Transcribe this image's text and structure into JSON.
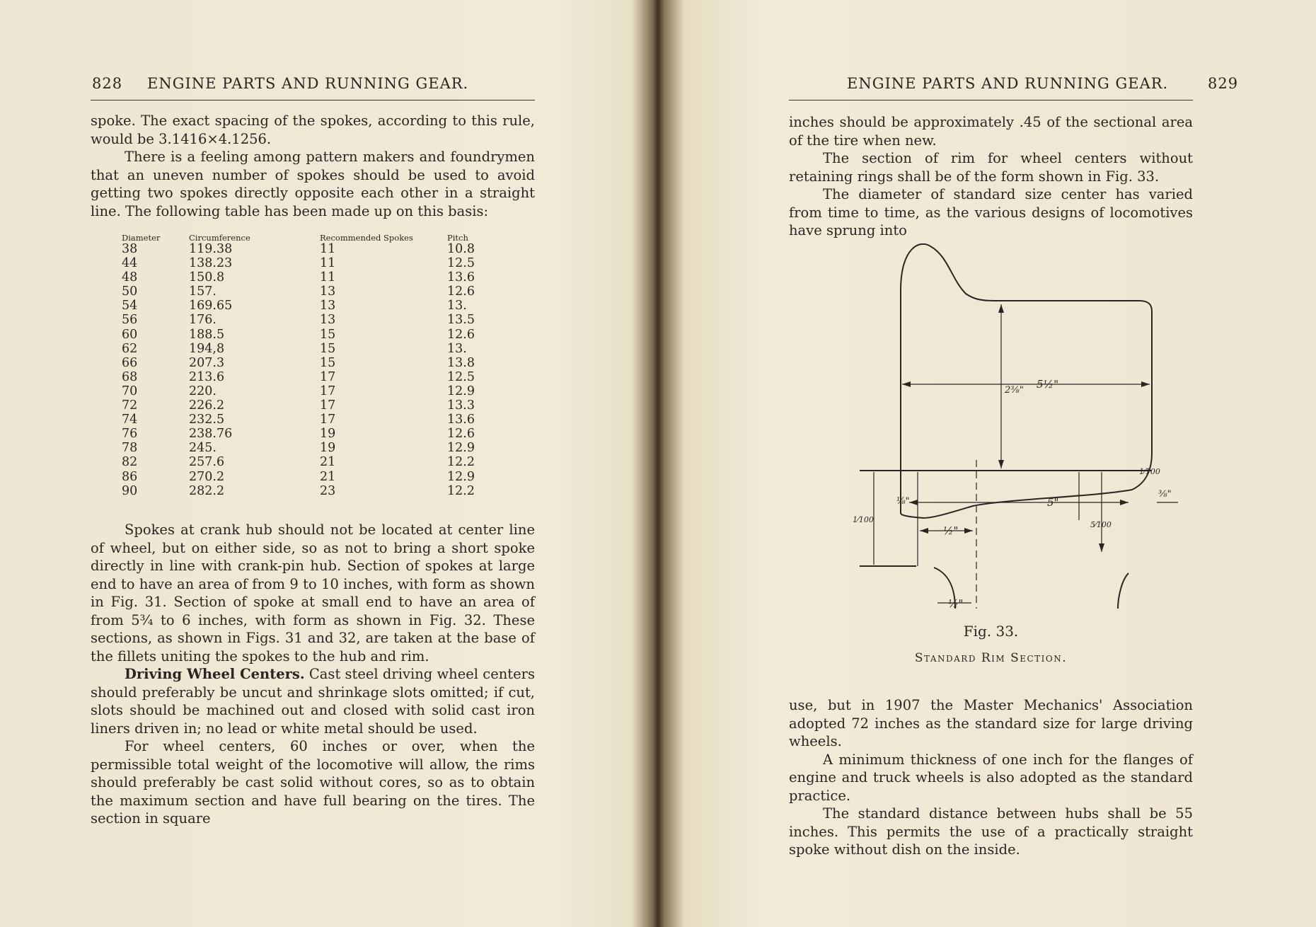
{
  "left_page": {
    "page_number": "828",
    "running_head": "ENGINE PARTS AND RUNNING GEAR.",
    "para1": "spoke. The exact spacing of the spokes, according to this rule, would be 3.1416×4.1256.",
    "para2": "There is a feeling among pattern makers and foundrymen that an uneven number of spokes should be used to avoid getting two spokes directly opposite each other in a straight line. The following table has been made up on this basis:",
    "table": {
      "headers": [
        "Diameter",
        "Circumference",
        "Recommended Spokes",
        "Pitch"
      ],
      "rows": [
        [
          "38",
          "119.38",
          "11",
          "10.8"
        ],
        [
          "44",
          "138.23",
          "11",
          "12.5"
        ],
        [
          "48",
          "150.8",
          "11",
          "13.6"
        ],
        [
          "50",
          "157.",
          "13",
          "12.6"
        ],
        [
          "54",
          "169.65",
          "13",
          "13."
        ],
        [
          "56",
          "176.",
          "13",
          "13.5"
        ],
        [
          "60",
          "188.5",
          "15",
          "12.6"
        ],
        [
          "62",
          "194,8",
          "15",
          "13."
        ],
        [
          "66",
          "207.3",
          "15",
          "13.8"
        ],
        [
          "68",
          "213.6",
          "17",
          "12.5"
        ],
        [
          "70",
          "220.",
          "17",
          "12.9"
        ],
        [
          "72",
          "226.2",
          "17",
          "13.3"
        ],
        [
          "74",
          "232.5",
          "17",
          "13.6"
        ],
        [
          "76",
          "238.76",
          "19",
          "12.6"
        ],
        [
          "78",
          "245.",
          "19",
          "12.9"
        ],
        [
          "82",
          "257.6",
          "21",
          "12.2"
        ],
        [
          "86",
          "270.2",
          "21",
          "12.9"
        ],
        [
          "90",
          "282.2",
          "23",
          "12.2"
        ]
      ]
    },
    "para3": "Spokes at crank hub should not be located at center line of wheel, but on either side, so as not to bring a short spoke directly in line with crank-pin hub. Section of spokes at large end to have an area of from 9 to 10 inches, with form as shown in Fig. 31. Section of spoke at small end to have an area of from 5¾ to 6 inches, with form as shown in Fig. 32. These sections, as shown in Figs. 31 and 32, are taken at the base of the fillets uniting the spokes to the hub and rim.",
    "para4_heading": "Driving Wheel Centers.",
    "para4": " Cast steel driving wheel centers should preferably be uncut and shrinkage slots omitted; if cut, slots should be machined out and closed with solid cast iron liners driven in; no lead or white metal should be used.",
    "para5": "For wheel centers, 60 inches or over, when the permissible total weight of the locomotive will allow, the rims should preferably be cast solid without cores, so as to obtain the maximum section and have full bearing on the tires. The section in square"
  },
  "right_page": {
    "page_number": "829",
    "running_head": "ENGINE PARTS AND RUNNING GEAR.",
    "para1": "inches should be approximately .45 of the sectional area of the tire when new.",
    "para2": "The section of rim for wheel centers without retaining rings shall be of the form shown in Fig. 33.",
    "para3": "The diameter of standard size center has varied from time to time, as the various designs of locomotives have sprung into",
    "figure": {
      "number": "Fig. 33.",
      "caption": "Standard Rim Section.",
      "dim_width": "5½\"",
      "dim_inner": "5\"",
      "dim_half_left": "½\"",
      "dim_half_bottom": "½\"",
      "dim_eighth_left": "⅛\"",
      "dim_eighth_right": "⅜\"",
      "dim_vertical": "2⅜\"",
      "dim_small_a": "1⁄100",
      "dim_small_b": "1⁄100",
      "dim_small_c": "5⁄100"
    },
    "para4": "use, but in 1907 the Master Mechanics' Association adopted 72 inches as the standard size for large driving wheels.",
    "para5": "A minimum thickness of one inch for the flanges of engine and truck wheels is also adopted as the standard practice.",
    "para6": "The standard distance between hubs shall be 55 inches. This permits the use of a practically straight spoke without dish on the inside."
  }
}
